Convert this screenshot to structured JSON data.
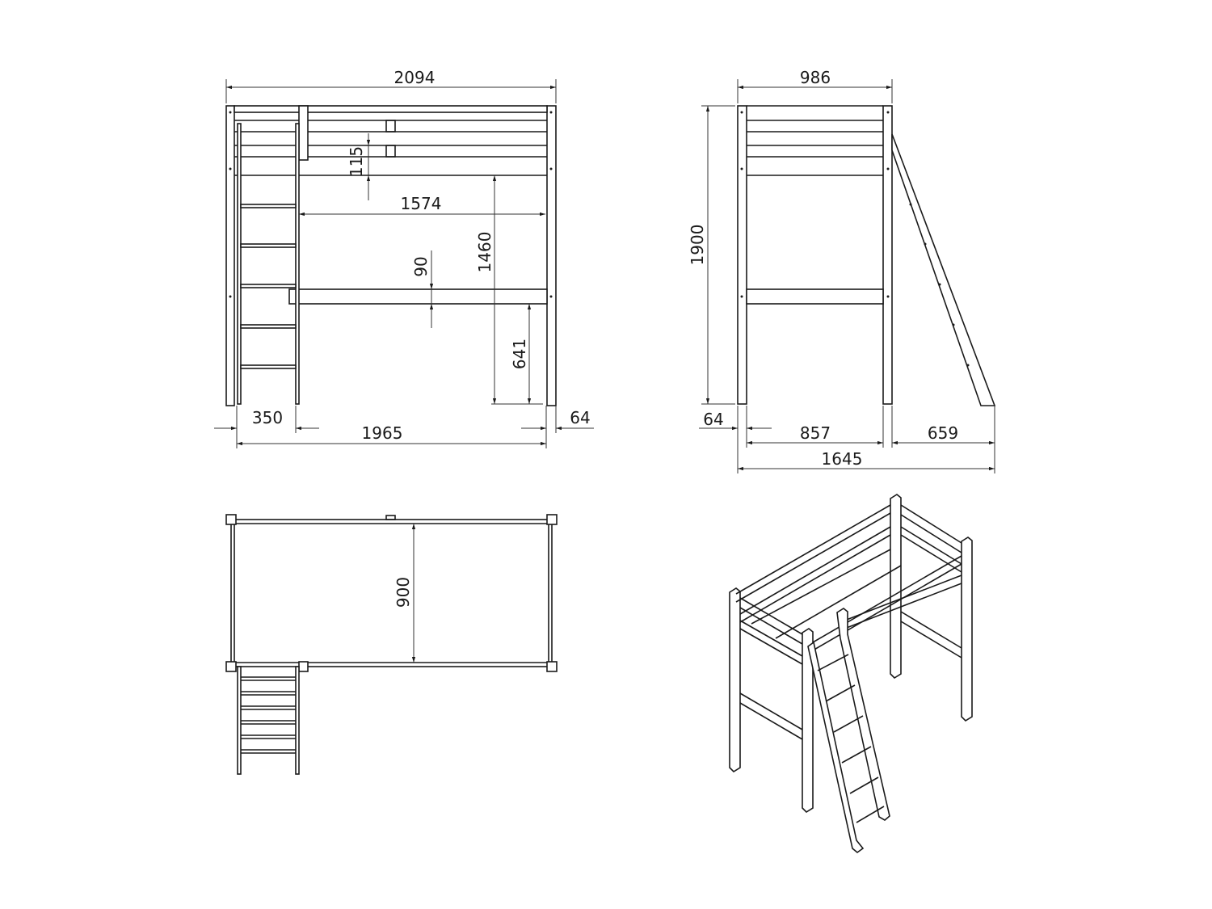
{
  "front_view": {
    "overall_length": "2094",
    "rail_gap": "115",
    "inner_length": "1574",
    "bed_rail_height": "90",
    "top_height": "1460",
    "under_clearance": "641",
    "ladder_width": "350",
    "post_spacing": "1965",
    "post_width": "64"
  },
  "side_view": {
    "overall_width": "986",
    "overall_height": "1900",
    "post_width": "64",
    "inner_width": "857",
    "ladder_projection": "659",
    "total_depth": "1645"
  },
  "top_view": {
    "mattress_width": "900"
  }
}
